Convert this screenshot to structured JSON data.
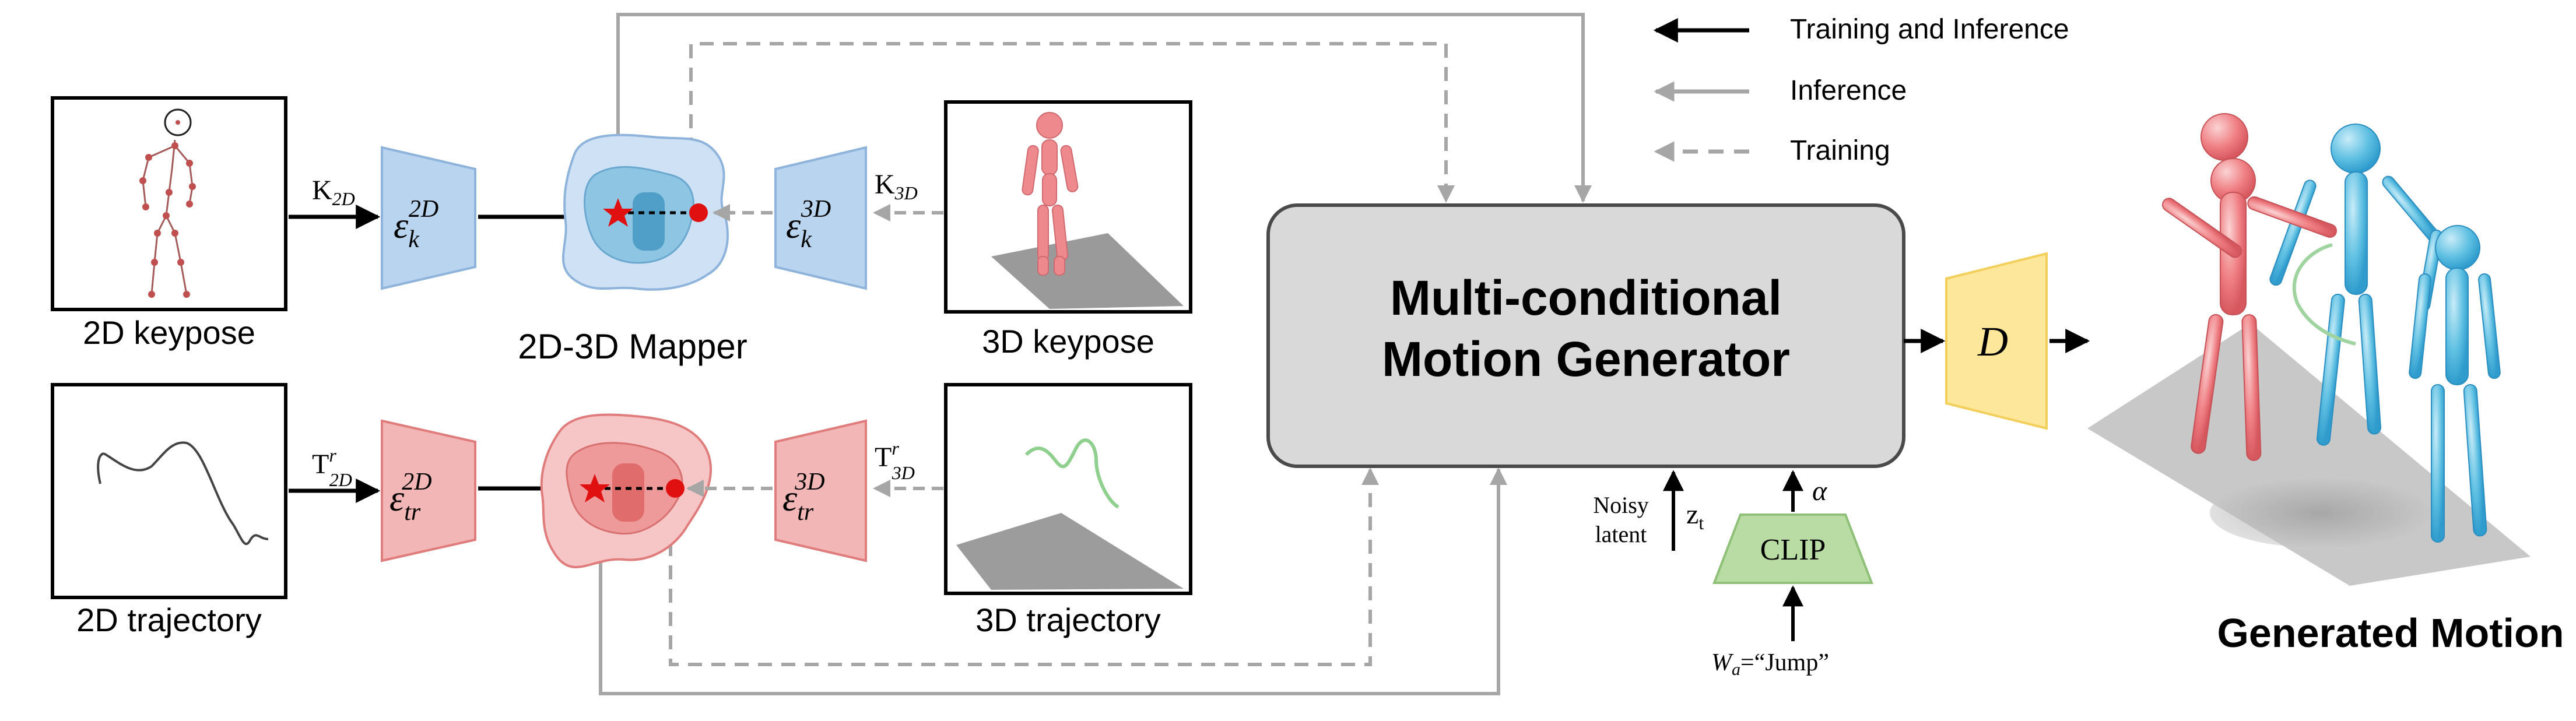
{
  "legend": {
    "training_and_inference": "Training and Inference",
    "inference": "Inference",
    "training": "Training"
  },
  "inputs": {
    "kp2d_label": "2D keypose",
    "traj2d_label": "2D trajectory",
    "kp3d_label": "3D keypose",
    "traj3d_label": "3D trajectory"
  },
  "mapper_label": "2D-3D Mapper",
  "generator": {
    "line1": "Multi-conditional",
    "line2": "Motion Generator"
  },
  "output_label": "Generated Motion",
  "symbols": {
    "k2d": "K",
    "k2d_sub": "2D",
    "k3d": "K",
    "k3d_sub": "3D",
    "t2d": "T",
    "t2d_sup": "r",
    "t2d_sub": "2D",
    "t3d": "T",
    "t3d_sup": "r",
    "t3d_sub": "3D",
    "eps": "ε",
    "enc_k2d_sub": "k",
    "enc_k2d_sup": "2D",
    "enc_k3d_sub": "k",
    "enc_k3d_sup": "3D",
    "enc_tr2d_sub": "tr",
    "enc_tr2d_sup": "2D",
    "enc_tr3d_sub": "tr",
    "enc_tr3d_sup": "3D",
    "decoder": "D"
  },
  "noise": {
    "line1": "Noisy",
    "line2": "latent",
    "z": "z",
    "z_sub": "t"
  },
  "clip": {
    "label": "CLIP",
    "alpha": "α",
    "w": "W",
    "w_sub": "a",
    "prompt": "=“Jump”"
  },
  "colors": {
    "blue_fill": "#b9d4ee",
    "blue_stroke": "#8fb4dc",
    "red_fill": "#f3b6b6",
    "red_stroke": "#e07c7c",
    "gen_fill": "#d9d9d9",
    "decoder_fill": "#fde79a",
    "clip_fill": "#b9dca4",
    "star_red": "#e01010",
    "gray_arrow": "#a6a6a6"
  }
}
